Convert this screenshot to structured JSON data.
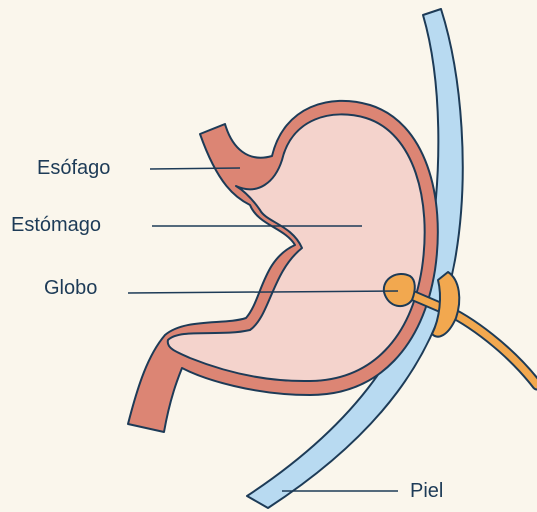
{
  "labels": {
    "esophagus": "Esófago",
    "stomach": "Estómago",
    "balloon": "Globo",
    "skin": "Piel"
  },
  "colors": {
    "background": "#faf6ec",
    "outline": "#1d3b57",
    "stomach_fill": "#f4d3cc",
    "stomach_wall": "#dc8574",
    "skin": "#b8daf1",
    "tube": "#f2a84f"
  }
}
